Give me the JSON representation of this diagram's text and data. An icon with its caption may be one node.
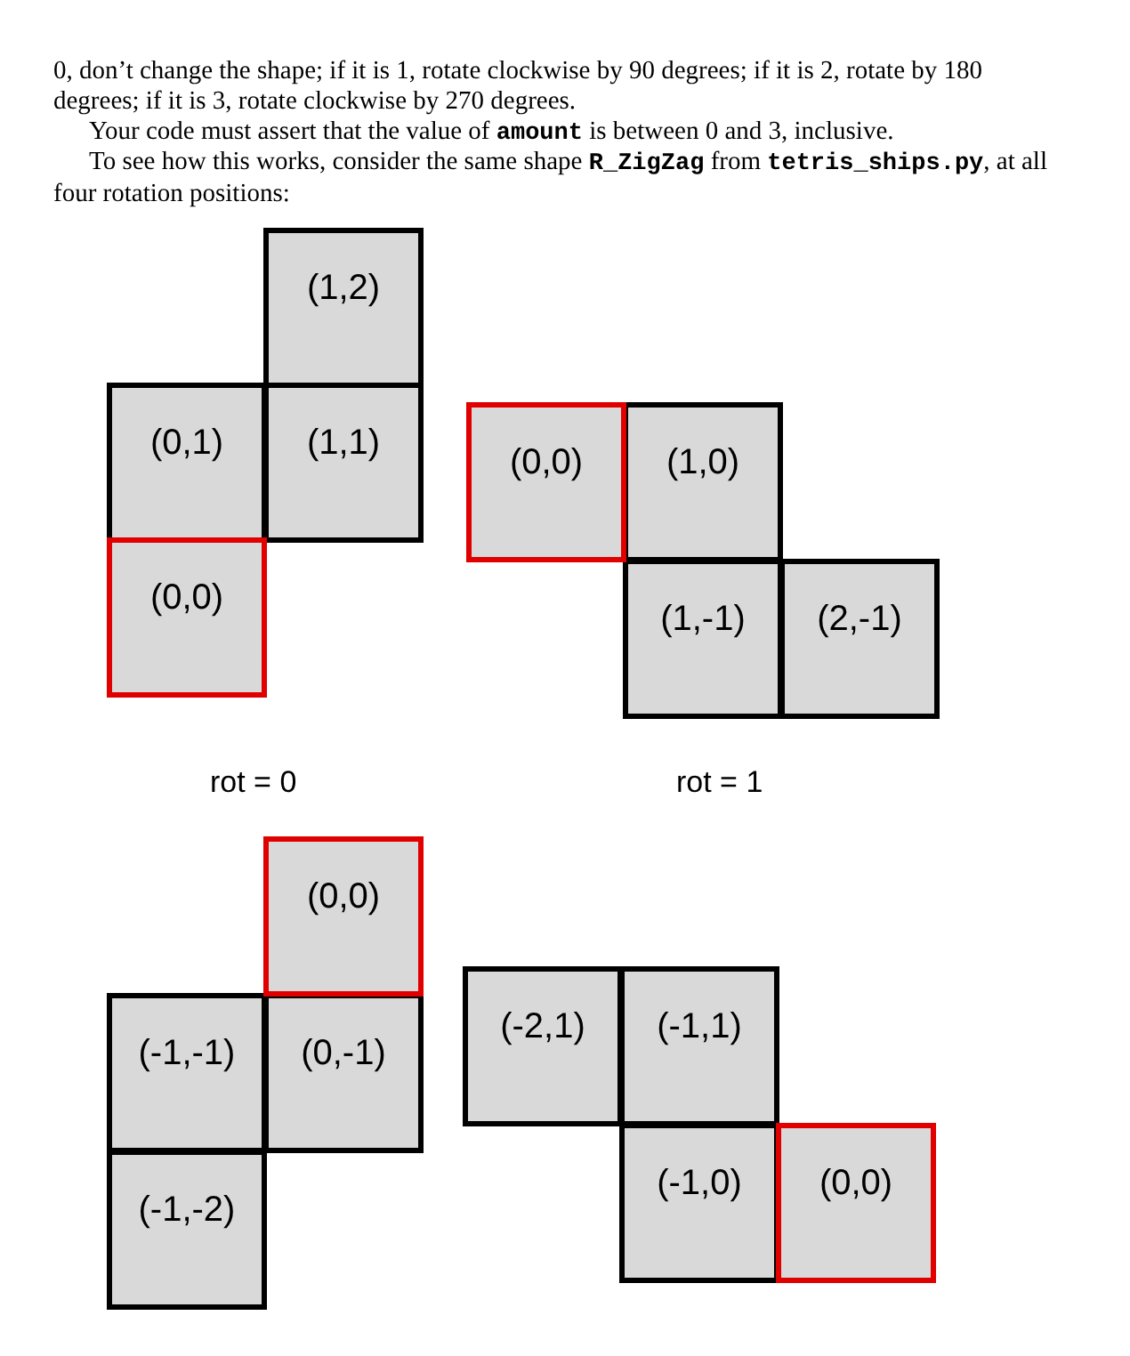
{
  "diagram": {
    "nodes": [
      {
        "text": [
          "(1,2)"
        ]
      },
      {
        "text": [
          "(0,1)"
        ]
      },
      {
        "text": [
          "(1,1)"
        ]
      },
      {
        "text": [
          "(0,0)"
        ]
      },
      {
        "text": [
          "(0,0)"
        ]
      },
      {
        "text": [
          "(1,0)"
        ]
      },
      {
        "text": [
          "(1,-1)"
        ]
      },
      {
        "text": [
          "(2,-1)"
        ]
      },
      {
        "text": [
          "(0,0)"
        ]
      },
      {
        "text": [
          "(-1,-1)"
        ]
      },
      {
        "text": [
          "(0,-1)"
        ]
      },
      {
        "text": [
          "(-1,-2)"
        ]
      },
      {
        "text": [
          "(-2,1)"
        ]
      },
      {
        "text": [
          "(-1,1)"
        ]
      },
      {
        "text": [
          "(-1,0)"
        ]
      },
      {
        "text": [
          "(0,0)"
        ]
      }
    ],
    "edges": [],
    "labels": [
      "0, don’t change the shape; if it is 1, rotate clockwise by 90 degrees; if it is 2, rotate by 180 degrees; if it is 3, rotate clockwise by 270 degrees.",
      "Your code must assert that the value of **amount** is between 0 and 3, inclusive.",
      "To see how this works, consider the same shape **R_ZigZag** from **tetris_ships.py**, at all four rotation positions:",
      "rot = 0",
      "rot = 1"
    ]
  }
}
